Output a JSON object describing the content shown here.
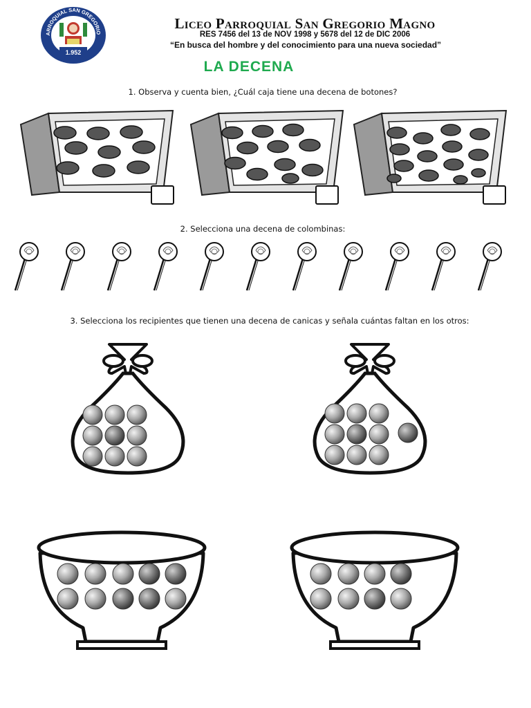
{
  "header": {
    "school_name": "Liceo Parroquial San Gregorio Magno",
    "resolution": "RES 7456 del 13 de NOV 1998 y 5678 del  12 de  DIC 2006",
    "motto": "“En busca del hombre y del conocimiento para una nueva sociedad”",
    "logo": {
      "ring_text": "LICEO PARROQUIAL SAN GREGORIO MAGNO",
      "year": "1.952",
      "icon": "school-crest-icon"
    }
  },
  "title": "LA DECENA",
  "title_color": "#1faa4f",
  "questions": [
    {
      "text": "1. Observa y cuenta bien, ¿Cuál caja tiene una decena de botones?",
      "boxes": [
        {
          "buttons": 9,
          "answer_checkbox": ""
        },
        {
          "buttons": 11,
          "answer_checkbox": ""
        },
        {
          "buttons": 14,
          "answer_checkbox": ""
        }
      ]
    },
    {
      "text": "2. Selecciona una decena de colombinas:",
      "lollipop_count": 11,
      "icon": "lollipop-icon"
    },
    {
      "text": "3. Selecciona los recipientes que tienen una decena de canicas y señala cuántas faltan en los otros:",
      "containers": [
        {
          "type": "bag",
          "marbles": 9
        },
        {
          "type": "bag",
          "marbles": 10
        },
        {
          "type": "bowl",
          "marbles": 10
        },
        {
          "type": "bowl",
          "marbles": 8
        }
      ]
    }
  ]
}
